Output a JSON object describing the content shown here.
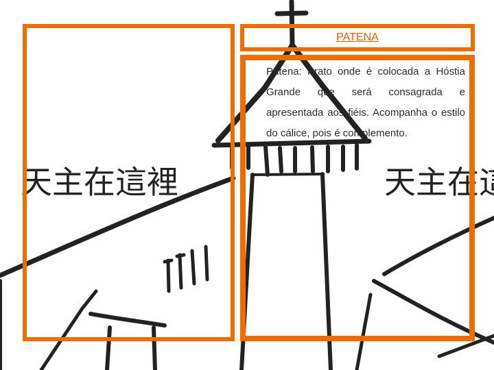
{
  "slide": {
    "title": "PATENA",
    "term": "Patena:",
    "definition": " Prato onde é colocada a Hóstia Grande que será consagrada e apresentada aos fiéis. Acompanha o estilo do cálice, pois é complemento."
  },
  "background": {
    "caption_left": "天主在這裡",
    "caption_right": "天主在這"
  },
  "colors": {
    "accent": "#EF6C00",
    "title_text": "#E05A00",
    "ink": "#222222"
  }
}
